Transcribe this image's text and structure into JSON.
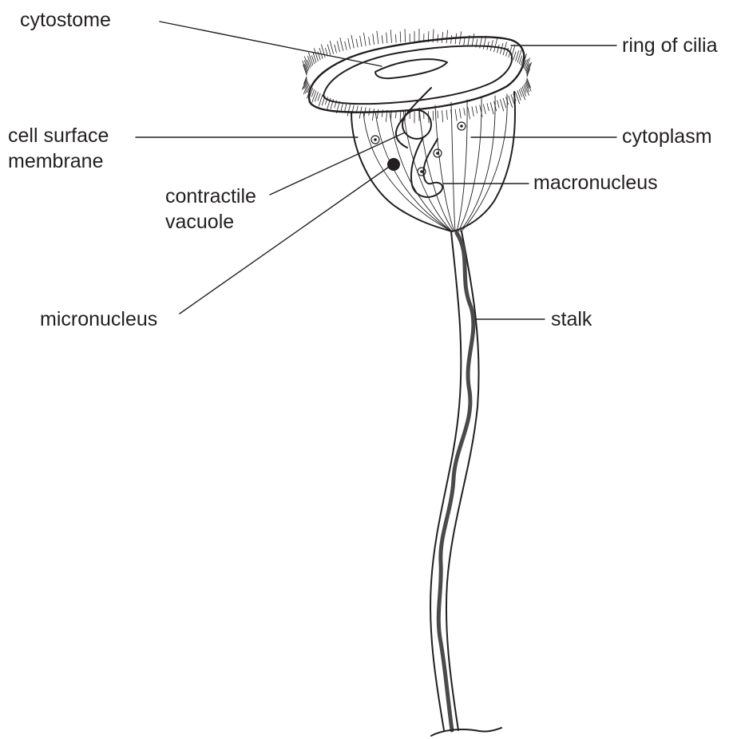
{
  "labels": {
    "cytostome": "cytostome",
    "ring_of_cilia": "ring of cilia",
    "cell_surface_membrane": [
      "cell surface",
      "membrane"
    ],
    "cytoplasm": "cytoplasm",
    "contractile_vacuole": [
      "contractile",
      "vacuole"
    ],
    "macronucleus": "macronucleus",
    "micronucleus": "micronucleus",
    "stalk": "stalk"
  },
  "colors": {
    "ink": "#231f20",
    "stalk_core": "#4a4a4a",
    "background": "#ffffff"
  }
}
